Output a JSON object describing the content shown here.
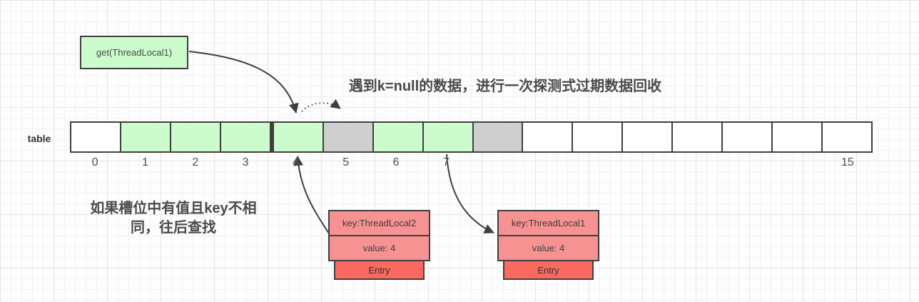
{
  "colors": {
    "line": "#3f3f3f",
    "text": "#4a4a4a",
    "slot_filled": "#ccfccc",
    "slot_stale": "#cfcfcf",
    "slot_empty": "#ffffff",
    "entry_field": "#f79292",
    "entry_tag": "#f9695f"
  },
  "get_box": {
    "label": "get(ThreadLocal1)"
  },
  "notes": {
    "probe": "遇到k=null的数据，进行一次探测式过期数据回收",
    "collision_line1": "如果槽位中有值且key不相",
    "collision_line2": "同，往后查找"
  },
  "table": {
    "label": "table",
    "slots": [
      {
        "label": "0",
        "state": "empty"
      },
      {
        "label": "1",
        "state": "filled"
      },
      {
        "label": "2",
        "state": "filled"
      },
      {
        "label": "3",
        "state": "filled"
      },
      {
        "label": "4",
        "state": "filled",
        "thick_left": true
      },
      {
        "label": "5",
        "state": "stale"
      },
      {
        "label": "6",
        "state": "filled"
      },
      {
        "label": "7",
        "state": "filled"
      },
      {
        "label": "",
        "state": "stale"
      },
      {
        "label": "",
        "state": "empty"
      },
      {
        "label": "",
        "state": "empty"
      },
      {
        "label": "",
        "state": "empty"
      },
      {
        "label": "",
        "state": "empty"
      },
      {
        "label": "",
        "state": "empty"
      },
      {
        "label": "",
        "state": "empty"
      },
      {
        "label": "15",
        "state": "empty"
      }
    ]
  },
  "entries": [
    {
      "key_label": "key:ThreadLocal2",
      "value_label": "value: 4",
      "tag": "Entry"
    },
    {
      "key_label": "key:ThreadLocal1",
      "value_label": "value: 4",
      "tag": "Entry"
    }
  ]
}
